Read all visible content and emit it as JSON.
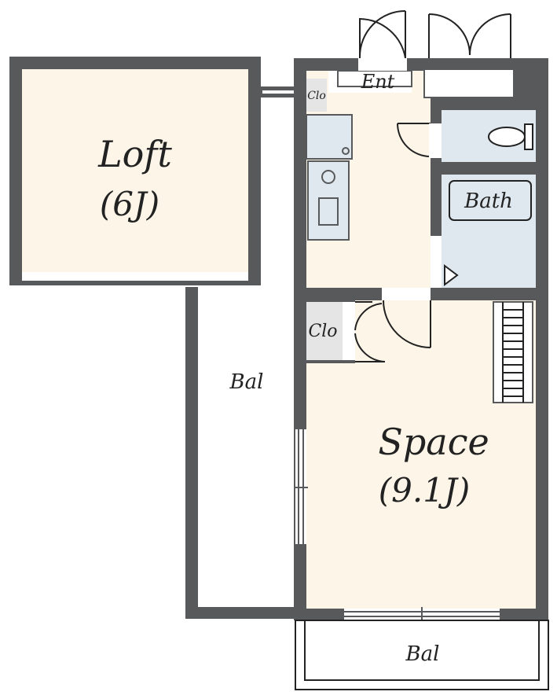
{
  "rooms": {
    "loft": {
      "name": "Loft",
      "size": "(6J)"
    },
    "space": {
      "name": "Space",
      "size": "(9.1J)"
    },
    "entrance": "Ent",
    "bath": "Bath",
    "closet_top": "Clo",
    "closet_mid": "Clo",
    "balcony_side": "Bal",
    "balcony_bottom": "Bal"
  },
  "colors": {
    "wall": "#58595b",
    "floor": "#fdf6e8",
    "wet_area": "#dfe8ee",
    "closet": "#e5e5e5"
  }
}
